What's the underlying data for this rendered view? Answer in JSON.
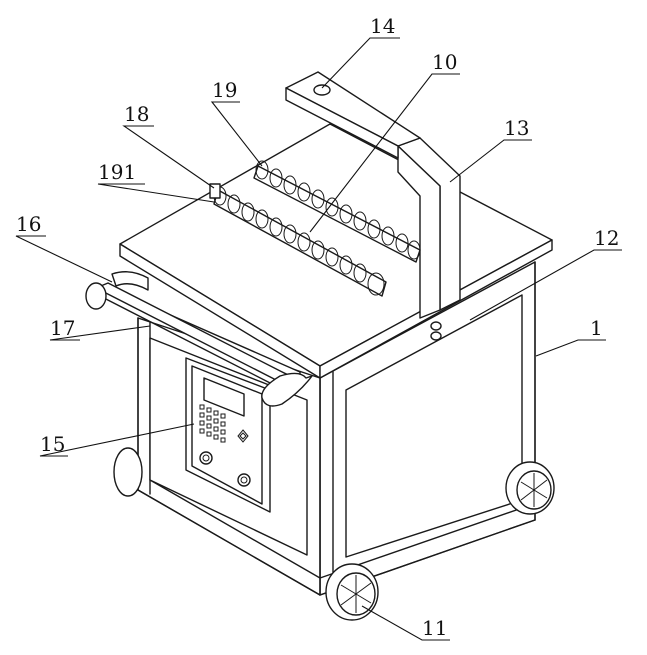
{
  "labels": {
    "l1": "1",
    "l10": "10",
    "l11": "11",
    "l12": "12",
    "l13": "13",
    "l14": "14",
    "l15": "15",
    "l16": "16",
    "l17": "17",
    "l18": "18",
    "l19": "19",
    "l191": "191"
  },
  "colors": {
    "line": "#1a1a1a",
    "background": "#ffffff"
  }
}
